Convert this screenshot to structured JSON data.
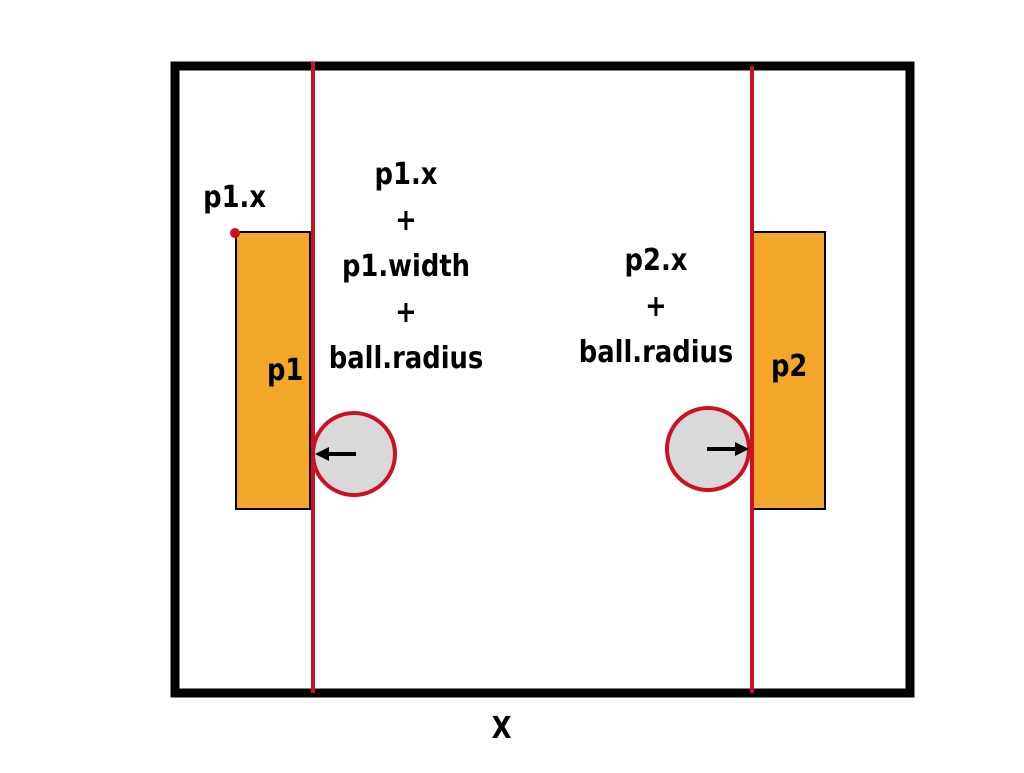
{
  "labels": {
    "p1_x": "p1.x",
    "p1_paddle": "p1",
    "p2_paddle": "p2",
    "axis": "X",
    "p1_bound": [
      "p1.x",
      "+",
      "p1.width",
      "+",
      "ball.radius"
    ],
    "p2_bound": [
      "p2.x",
      "+",
      "ball.radius"
    ]
  },
  "colors": {
    "paddle_fill": "#f2a72a",
    "boundary_line": "#cc1122",
    "ball_fill": "#d9d9d9",
    "frame": "#000000"
  },
  "icons": {
    "left_ball_arrow": "arrow-left-icon",
    "right_ball_arrow": "arrow-right-icon"
  }
}
